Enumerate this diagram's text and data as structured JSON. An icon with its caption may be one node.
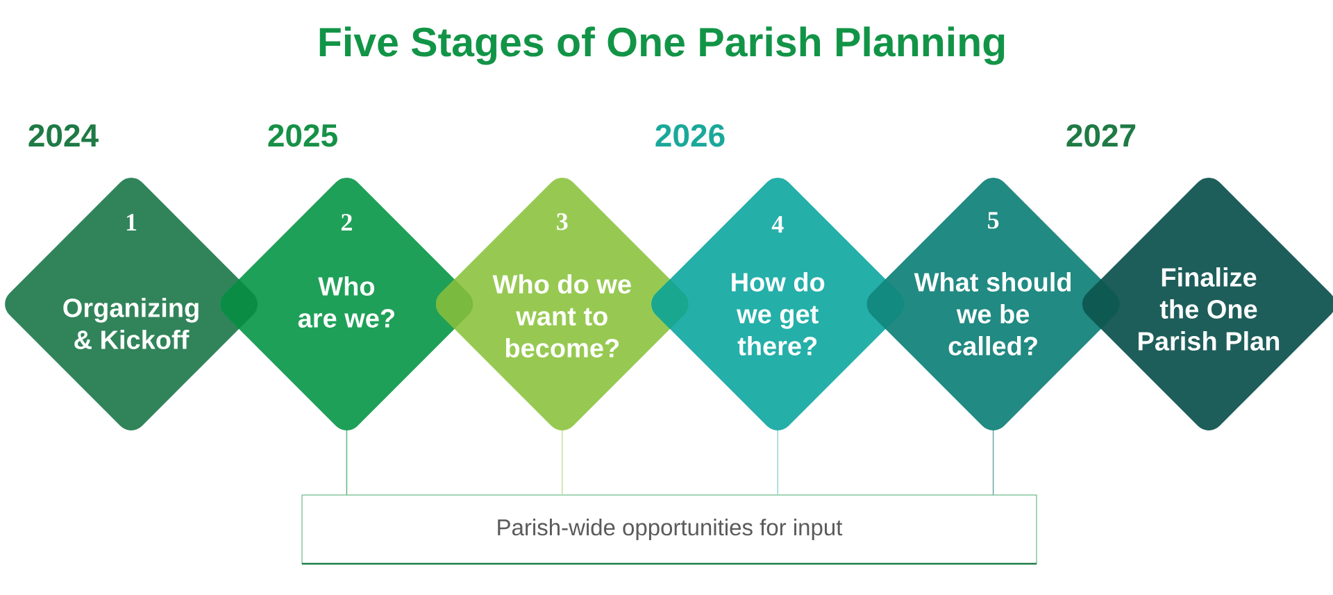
{
  "diagram": {
    "title": "Five Stages of One Parish Planning",
    "nodes": [
      {
        "text": [
          "1",
          "Organizing & Kickoff"
        ]
      },
      {
        "text": [
          "2",
          "Who are we?"
        ]
      },
      {
        "text": [
          "3",
          "Who do we want to become?"
        ]
      },
      {
        "text": [
          "4",
          "How do we get there?"
        ]
      },
      {
        "text": [
          "5",
          "What should we be called?"
        ]
      },
      {
        "text": [
          "Finalize the One Parish Plan"
        ]
      },
      {
        "text": [
          "Parish-wide opportunities for input"
        ]
      }
    ],
    "edges": [
      {
        "from": 1,
        "to": 6,
        "arrow": "none",
        "color": "#5fb884"
      },
      {
        "from": 2,
        "to": 6,
        "arrow": "none",
        "color": "#c3e09a"
      },
      {
        "from": 3,
        "to": 6,
        "arrow": "none",
        "color": "#8fd6d2"
      },
      {
        "from": 4,
        "to": 6,
        "arrow": "none",
        "color": "#6aa8a2"
      }
    ],
    "labels": [
      "2024",
      "2025",
      "2026",
      "2027"
    ]
  }
}
